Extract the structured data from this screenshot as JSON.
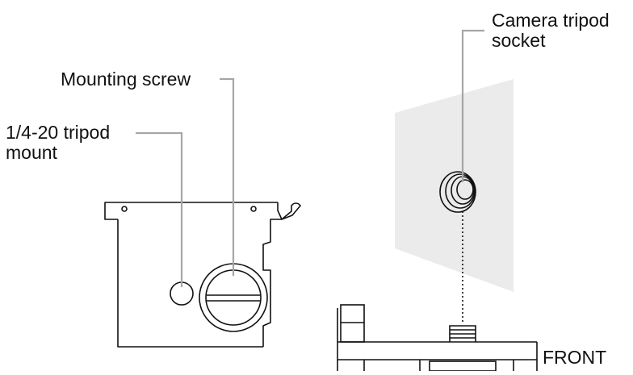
{
  "labels": {
    "camera_socket": [
      "Camera tripod",
      "socket"
    ],
    "mounting_screw": "Mounting screw",
    "tripod_mount": [
      "1/4-20 tripod",
      "mount"
    ],
    "front": "FRONT"
  },
  "colors": {
    "line": "#111111",
    "leader": "#a6a6a6",
    "camera_plane": "#ebebeb",
    "background": "#ffffff"
  }
}
